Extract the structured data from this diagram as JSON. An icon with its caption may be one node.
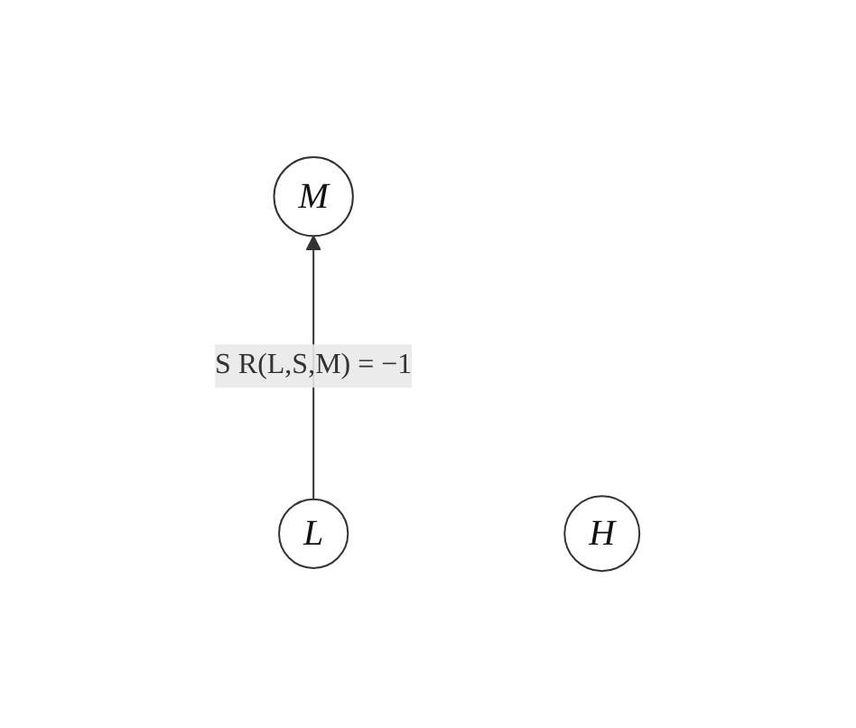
{
  "diagram": {
    "nodes": [
      {
        "text": [
          "M"
        ]
      },
      {
        "text": [
          "L"
        ]
      },
      {
        "text": [
          "H"
        ]
      }
    ],
    "edges": [
      {
        "from": 1,
        "to": 0,
        "arrow": "to",
        "label": "S R(L,S,M) = −1"
      }
    ]
  }
}
